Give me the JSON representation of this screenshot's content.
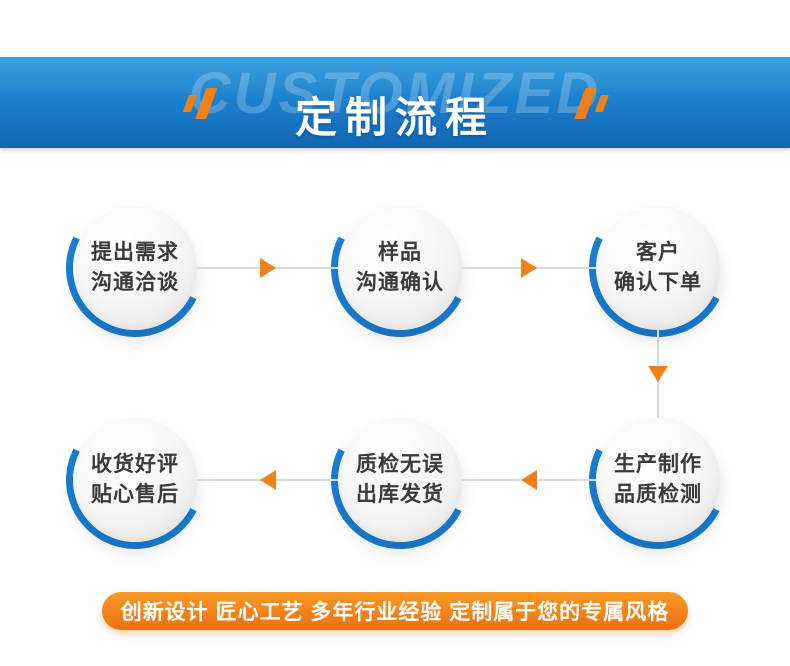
{
  "banner": {
    "watermark": "CUSTOMIZED",
    "title": "定制流程"
  },
  "steps": [
    {
      "line1": "提出需求",
      "line2": "沟通洽谈"
    },
    {
      "line1": "样品",
      "line2": "沟通确认"
    },
    {
      "line1": "客户",
      "line2": "确认下单"
    },
    {
      "line1": "生产制作",
      "line2": "品质检测"
    },
    {
      "line1": "质检无误",
      "line2": "出库发货"
    },
    {
      "line1": "收货好评",
      "line2": "贴心售后"
    }
  ],
  "footer": {
    "slogan": "创新设计 匠心工艺 多年行业经验 定制属于您的专属风格"
  },
  "colors": {
    "banner_blue": "#1472c4",
    "banner_light_blue": "#2e93d8",
    "accent_orange": "#f0811a",
    "arc_blue": "#1a7fd6"
  }
}
